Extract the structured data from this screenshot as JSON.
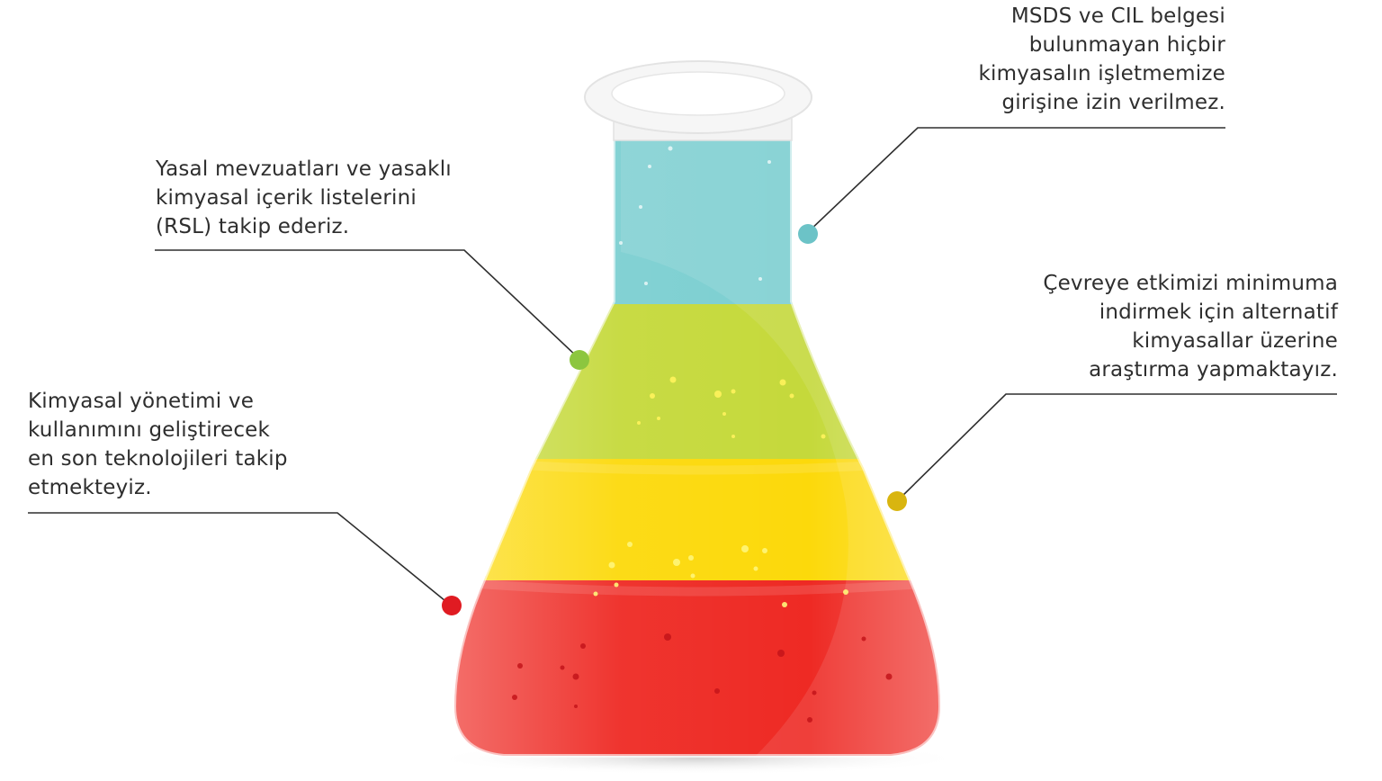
{
  "callouts": {
    "top_right": {
      "lines": [
        "MSDS ve CIL belgesi",
        "bulunmayan hiçbir",
        "kimyasalın işletmemize",
        "girişine izin verilmez."
      ],
      "color": "#6cc3c7"
    },
    "upper_left": {
      "lines": [
        "Yasal mevzuatları ve yasaklı",
        "kimyasal içerik listelerini",
        "(RSL) takip ederiz."
      ],
      "color": "#8cc63f"
    },
    "middle_right": {
      "lines": [
        "Çevreye etkimizi minimuma",
        "indirmek için alternatif",
        "kimyasallar üzerine",
        "araştırma yapmaktayız."
      ],
      "color": "#d9b50f"
    },
    "lower_left": {
      "lines": [
        "Kimyasal yönetimi ve",
        "kullanımını geliştirecek",
        "en son teknolojileri takip",
        "etmekteyiz."
      ],
      "color": "#e01b22"
    }
  },
  "flask": {
    "layer_colors": {
      "teal": "#7ccfd1",
      "green": "#c5d93b",
      "yellow": "#fcd90b",
      "red": "#ee2a24"
    }
  }
}
